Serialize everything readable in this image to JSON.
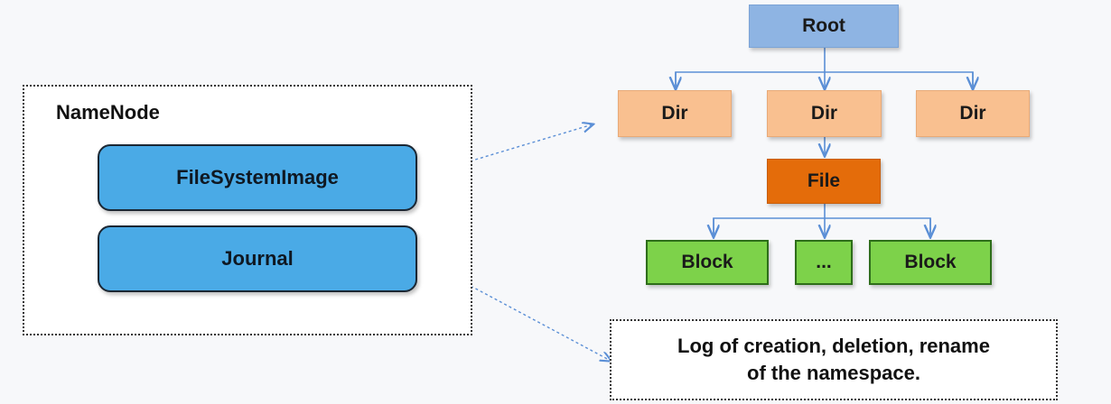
{
  "namenode": {
    "title": "NameNode",
    "fsimage_label": "FileSystemImage",
    "journal_label": "Journal"
  },
  "tree": {
    "root": "Root",
    "dirs": [
      "Dir",
      "Dir",
      "Dir"
    ],
    "file": "File",
    "blocks": [
      "Block",
      "...",
      "Block"
    ]
  },
  "log": {
    "line1": "Log of creation, deletion, rename",
    "line2": "of the namespace."
  },
  "colors": {
    "root": "#8eb4e3",
    "dir": "#f9c090",
    "file": "#e46c0a",
    "block": "#7dd24a",
    "pill": "#4aaae6",
    "connector": "#5b8fd6"
  }
}
